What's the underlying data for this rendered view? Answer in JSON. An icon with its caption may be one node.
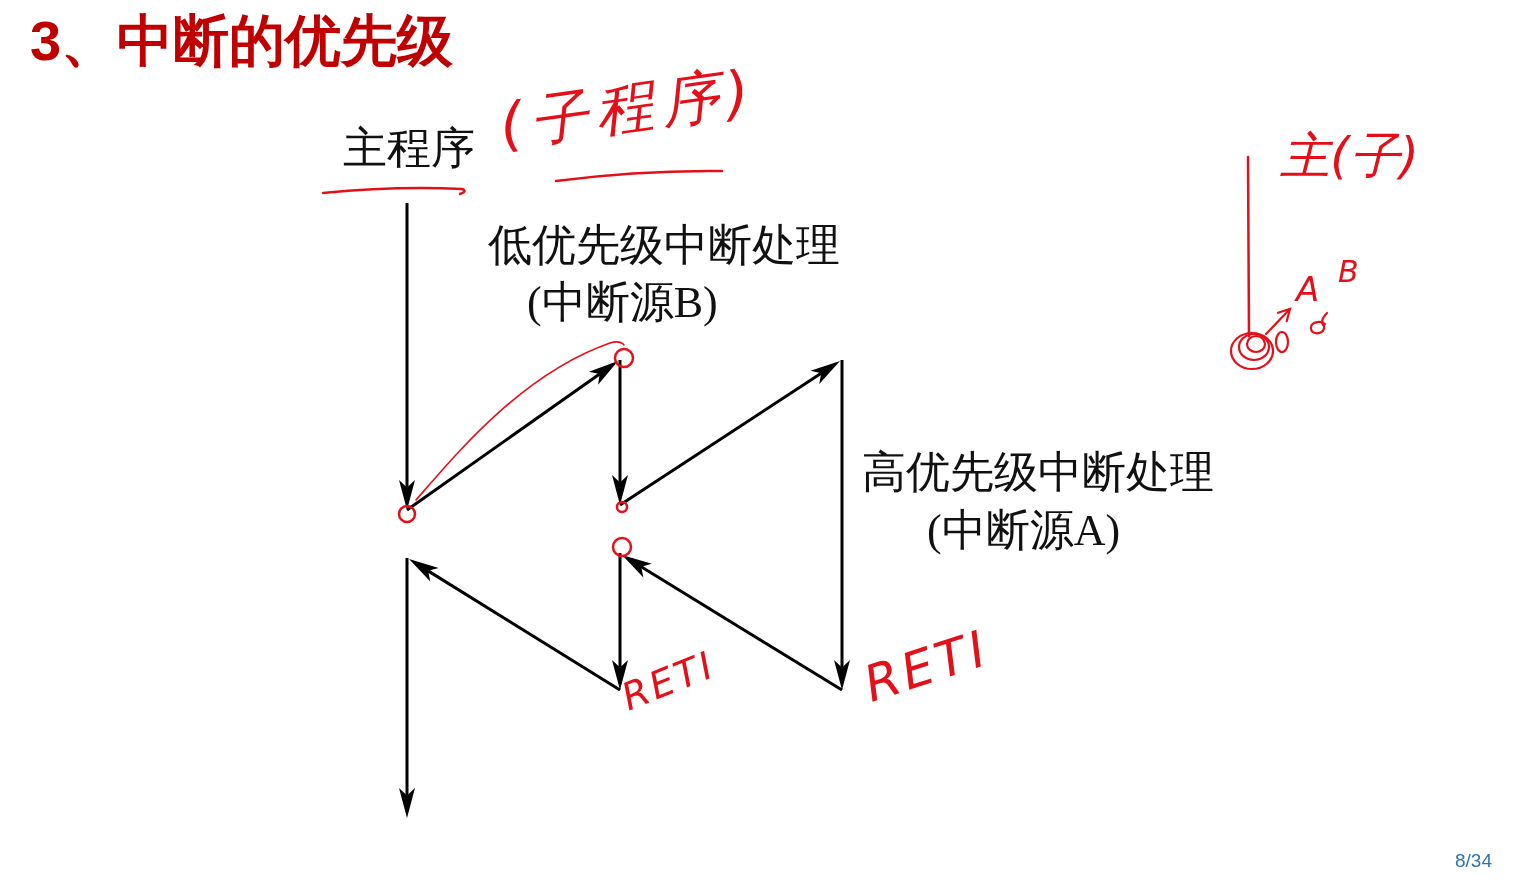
{
  "diagram": {
    "title": "3、中断的优先级",
    "labels": [
      "主程序",
      "(子程序)",
      "主(子)",
      "低优先级中断处理",
      "(中断源B)",
      "A",
      "B",
      "高优先级中断处理",
      "(中断源A)",
      "RETI",
      "RETI",
      "8/34"
    ]
  }
}
